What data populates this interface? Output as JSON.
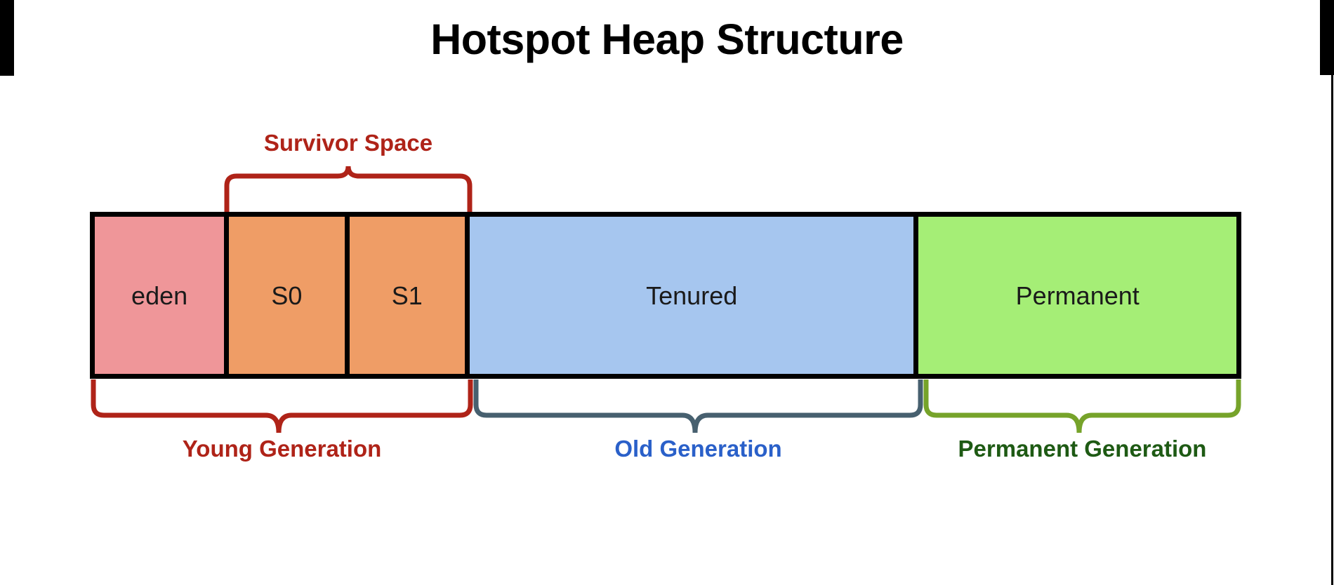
{
  "title": "Hotspot Heap Structure",
  "colors": {
    "eden": "#EF9699",
    "survivor": "#EF9D66",
    "tenured": "#A6C6EF",
    "permanent": "#A5EE76",
    "young_generation": "#AF2318",
    "old_generation_label": "#2A60C9",
    "old_generation_brace": "#47606F",
    "permanent_generation_label": "#1E5A14",
    "permanent_generation_brace": "#76A32A",
    "outline": "#000000",
    "background": "#FFFFFF"
  },
  "heap": {
    "cells": [
      {
        "label": "eden",
        "color": "#EF9699",
        "width_pct": 11.76
      },
      {
        "label": "S0",
        "color": "#EF9D66",
        "width_pct": 10.54
      },
      {
        "label": "S1",
        "color": "#EF9D66",
        "width_pct": 10.54
      },
      {
        "label": "Tenured",
        "color": "#A6C6EF",
        "width_pct": 39.33
      },
      {
        "label": "Permanent",
        "color": "#A5EE76",
        "width_pct": 27.83
      }
    ]
  },
  "brackets": {
    "survivor": {
      "label": "Survivor Space",
      "color": "#AF2318",
      "direction": "up"
    },
    "young": {
      "label": "Young Generation",
      "label_color": "#AF2318",
      "brace_color": "#AF2318",
      "direction": "down"
    },
    "old": {
      "label": "Old Generation",
      "label_color": "#2A60C9",
      "brace_color": "#47606F",
      "direction": "down"
    },
    "permanent": {
      "label": "Permanent Generation",
      "label_color": "#1E5A14",
      "brace_color": "#76A32A",
      "direction": "down"
    }
  }
}
